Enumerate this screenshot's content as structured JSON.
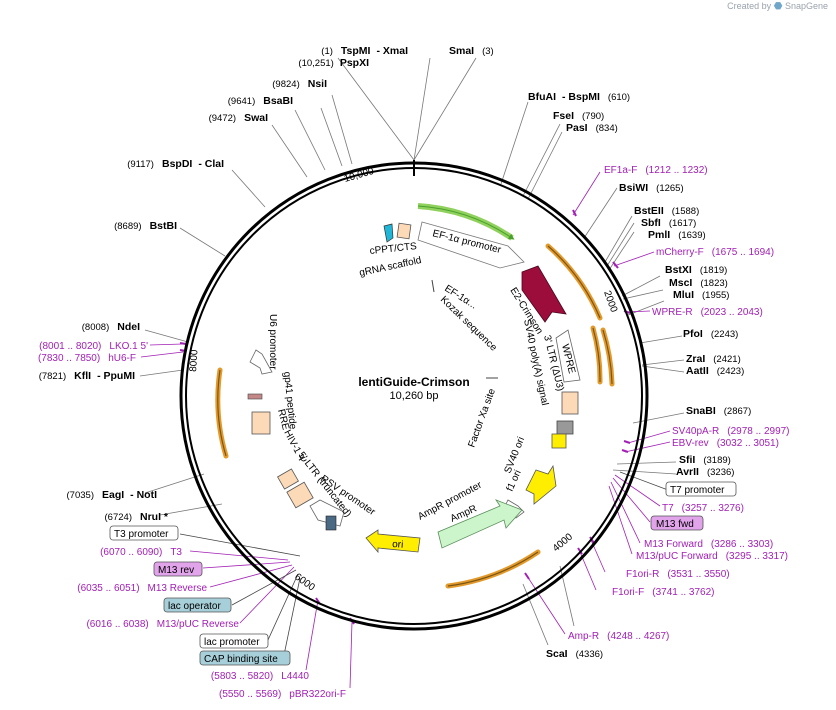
{
  "brand": {
    "prefix": "Created by",
    "name": "SnapGene"
  },
  "plasmid": {
    "name": "lentiGuide-Crimson",
    "size_label": "10,260 bp"
  },
  "ticks": {
    "t0": "10,000",
    "t1": "2000",
    "t2": "4000",
    "t3": "6000",
    "t4": "8000"
  },
  "sites_right": [
    {
      "name": "SmaI",
      "pos": "(3)"
    },
    {
      "name": "BfuAI",
      "sep": "- BspMI",
      "pos": "(610)"
    },
    {
      "name": "FseI",
      "pos": "(790)"
    },
    {
      "name": "PasI",
      "pos": "(834)"
    },
    {
      "name": "BsiWI",
      "pos": "(1265)"
    },
    {
      "name": "BstEII",
      "pos": "(1588)"
    },
    {
      "name": "SbfI",
      "pos": "(1617)"
    },
    {
      "name": "PmlI",
      "pos": "(1639)"
    },
    {
      "name": "BstXI",
      "pos": "(1819)"
    },
    {
      "name": "MscI",
      "pos": "(1823)"
    },
    {
      "name": "MluI",
      "pos": "(1955)"
    },
    {
      "name": "PfoI",
      "pos": "(2243)"
    },
    {
      "name": "ZraI",
      "pos": "(2421)"
    },
    {
      "name": "AatII",
      "pos": "(2423)"
    },
    {
      "name": "SnaBI",
      "pos": "(2867)"
    },
    {
      "name": "SfiI",
      "pos": "(3189)"
    },
    {
      "name": "AvrII",
      "pos": "(3236)"
    },
    {
      "name": "ScaI",
      "pos": "(4336)"
    }
  ],
  "sites_left": [
    {
      "pos": "(1)",
      "name": "TspMI",
      "sep": "- XmaI"
    },
    {
      "pos": "(10,251)",
      "name": "PspXI"
    },
    {
      "pos": "(9824)",
      "name": "NsiI"
    },
    {
      "pos": "(9641)",
      "name": "BsaBI"
    },
    {
      "pos": "(9472)",
      "name": "SwaI"
    },
    {
      "pos": "(9117)",
      "name": "BspDI",
      "sep": "- ClaI"
    },
    {
      "pos": "(8689)",
      "name": "BstBI"
    },
    {
      "pos": "(8008)",
      "name": "NdeI"
    },
    {
      "pos": "(7821)",
      "name": "KflI",
      "sep": "- PpuMI"
    },
    {
      "pos": "(7035)",
      "name": "EagI",
      "sep": "- NotI"
    },
    {
      "pos": "(6724)",
      "name": "NruI *"
    }
  ],
  "primers_right": [
    {
      "name": "EF1a-F",
      "range": "(1212 .. 1232)"
    },
    {
      "name": "mCherry-F",
      "range": "(1675 .. 1694)"
    },
    {
      "name": "WPRE-R",
      "range": "(2023 .. 2043)"
    },
    {
      "name": "SV40pA-R",
      "range": "(2978 .. 2997)"
    },
    {
      "name": "EBV-rev",
      "range": "(3032 .. 3051)"
    },
    {
      "name": "T7",
      "range": "(3257 .. 3276)"
    },
    {
      "name": "M13 Forward",
      "range": "(3286 .. 3303)"
    },
    {
      "name": "M13/pUC Forward",
      "range": "(3295 .. 3317)"
    },
    {
      "name": "F1ori-R",
      "range": "(3531 .. 3550)"
    },
    {
      "name": "F1ori-F",
      "range": "(3741 .. 3762)"
    },
    {
      "name": "Amp-R",
      "range": "(4248 .. 4267)"
    }
  ],
  "primers_left": [
    {
      "range": "(8001 .. 8020)",
      "name": "LKO.1 5'"
    },
    {
      "range": "(7830 .. 7850)",
      "name": "hU6-F"
    },
    {
      "range": "(6070 .. 6090)",
      "name": "T3"
    },
    {
      "range": "(6035 .. 6051)",
      "name": "M13 Reverse"
    },
    {
      "range": "(6016 .. 6038)",
      "name": "M13/pUC Reverse"
    },
    {
      "range": "(5803 .. 5820)",
      "name": "L4440"
    },
    {
      "range": "(5550 .. 5569)",
      "name": "pBR322ori-F"
    }
  ],
  "boxed_labels": {
    "t7_promoter": "T7 promoter",
    "m13_fwd": "M13 fwd",
    "t3_promoter": "T3 promoter",
    "m13_rev": "M13 rev",
    "lac_operator": "lac operator",
    "lac_promoter": "lac promoter",
    "cap_site": "CAP binding site"
  },
  "features": {
    "ef1a_promoter": "EF-1α promoter",
    "cppt": "cPPT/CTS",
    "grna": "gRNA scaffold",
    "ef1a_short": "EF-1α...",
    "kozak": "Kozak sequence",
    "e2crimson": "E2-Crimson",
    "wpre": "WPRE",
    "ltr3": "3' LTR (ΔU3)",
    "sv40polya": "SV40 poly(A) signal",
    "factorxa": "Factor Xa site",
    "sv40ori": "SV40 ori",
    "f1ori": "f1 ori",
    "ampr_promoter": "AmpR promoter",
    "ampr": "AmpR",
    "ori": "ori",
    "rsv": "RSV promoter",
    "ltr5": "5' LTR (truncated)",
    "hiv": "HIV-1 Ψ",
    "rre": "RRE",
    "gp41": "gp41 peptide",
    "u6": "U6 promoter"
  },
  "colors": {
    "backbone": "#000000",
    "enzyme_line": "#777777",
    "primer": "#a21fb5",
    "ef1a_promoter": "#8fd15c",
    "e2crimson": "#9c0d3b",
    "ori": "#ffee00",
    "ampr": "#ccf5cc",
    "orf_outline": "#e39a2a",
    "box_rre": "#fcd9b7",
    "box_cap": "#a7cfd9",
    "box_m13": "#e1a3ea"
  }
}
